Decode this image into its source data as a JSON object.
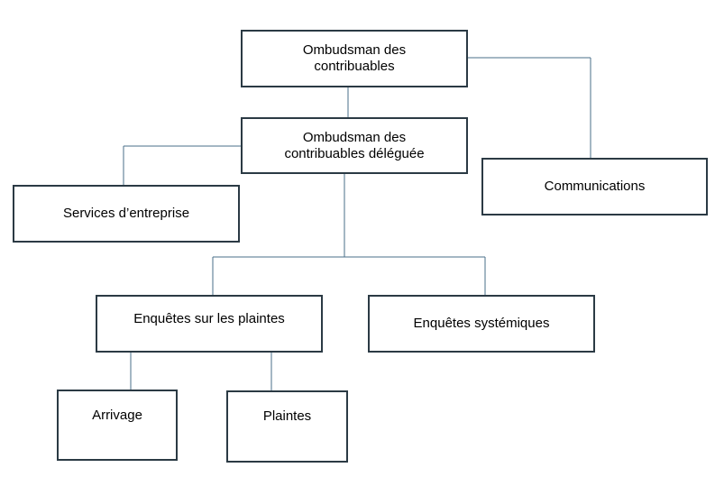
{
  "org_chart": {
    "ombudsman": {
      "line1": "Ombudsman des",
      "line2": "contribuables"
    },
    "deputy": {
      "line1": "Ombudsman des",
      "line2": "contribuables déléguée"
    },
    "communications": "Communications",
    "corporate_services": "Services d’entreprise",
    "complaint_investigations": "Enquêtes sur les plaintes",
    "systemic_investigations": "Enquêtes systémiques",
    "intake": "Arrivage",
    "complaints": "Plaintes"
  },
  "colors": {
    "connector": "#4a6f8a",
    "box_border": "#2b3a44",
    "background": "#ffffff"
  }
}
